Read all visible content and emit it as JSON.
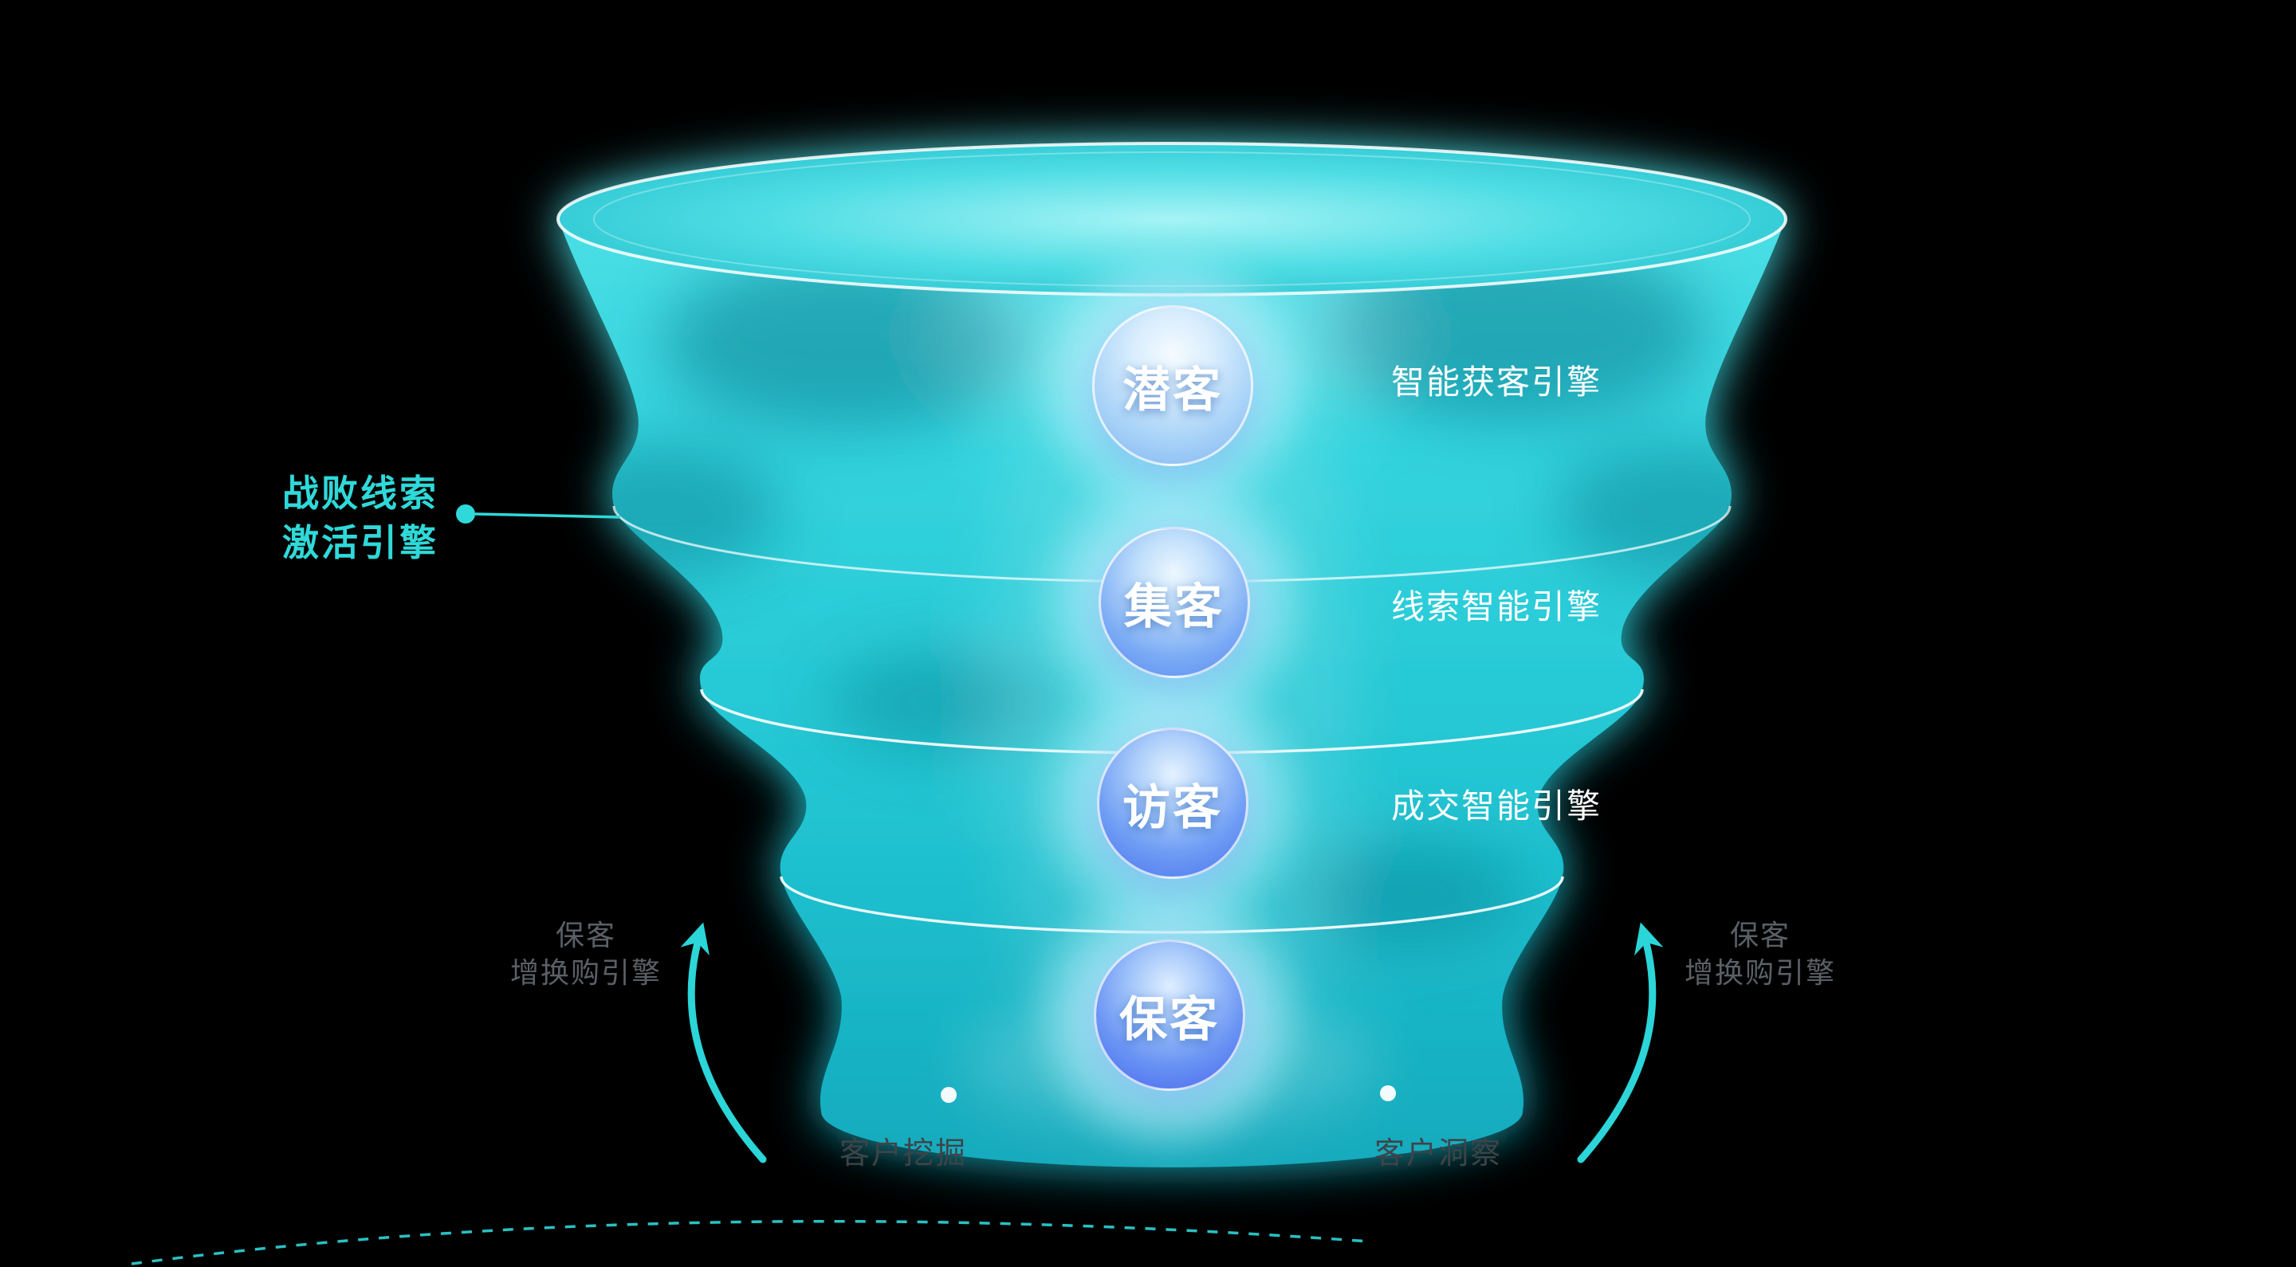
{
  "funnel": {
    "stages": [
      {
        "label": "潜客",
        "engine": "智能获客引擎"
      },
      {
        "label": "集客",
        "engine": "线索智能引擎"
      },
      {
        "label": "访客",
        "engine": "成交智能引擎"
      },
      {
        "label": "保客"
      }
    ]
  },
  "left_callout": {
    "line1": "战败线索",
    "line2": "激活引擎"
  },
  "side_labels": {
    "left": {
      "line1": "保客",
      "line2": "增换购引擎"
    },
    "right": {
      "line1": "保客",
      "line2": "增换购引擎"
    }
  },
  "bottom_markers": {
    "left_label": "客户挖掘",
    "right_label": "客户洞察"
  },
  "colors": {
    "background": "#000000",
    "funnel_top": "#52e2e8",
    "funnel_bottom": "#12aabd",
    "accent_teal": "#2fd9d9",
    "engine_label_white": "#ffffff",
    "side_label_gray": "#5a6066",
    "bottom_label_gray": "#3e4448",
    "badge_blue": "#4a72ee"
  }
}
